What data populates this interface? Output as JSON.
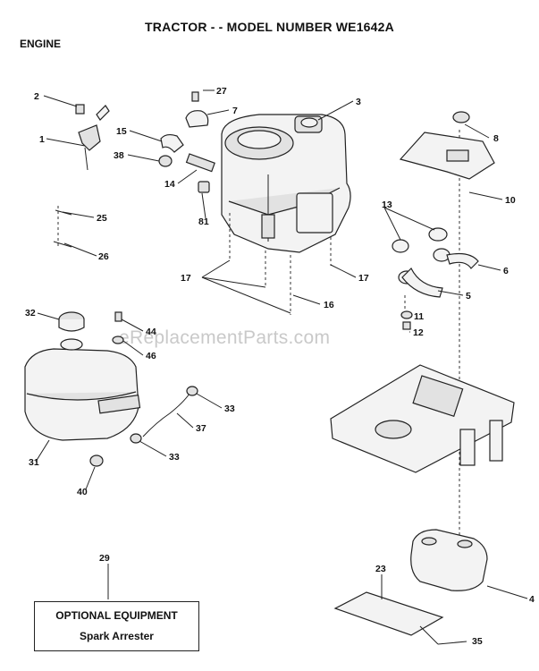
{
  "header": {
    "title": "TRACTOR - - MODEL NUMBER WE1642A",
    "section": "ENGINE"
  },
  "watermark": "eReplacementParts.com",
  "optional_box": {
    "heading": "OPTIONAL EQUIPMENT",
    "item": "Spark Arrester"
  },
  "callouts": [
    "2",
    "27",
    "3",
    "1",
    "7",
    "15",
    "8",
    "38",
    "14",
    "10",
    "25",
    "81",
    "13",
    "26",
    "6",
    "17",
    "17",
    "16",
    "5",
    "32",
    "44",
    "11",
    "46",
    "12",
    "33",
    "37",
    "31",
    "33",
    "40",
    "29",
    "23",
    "4",
    "35"
  ]
}
